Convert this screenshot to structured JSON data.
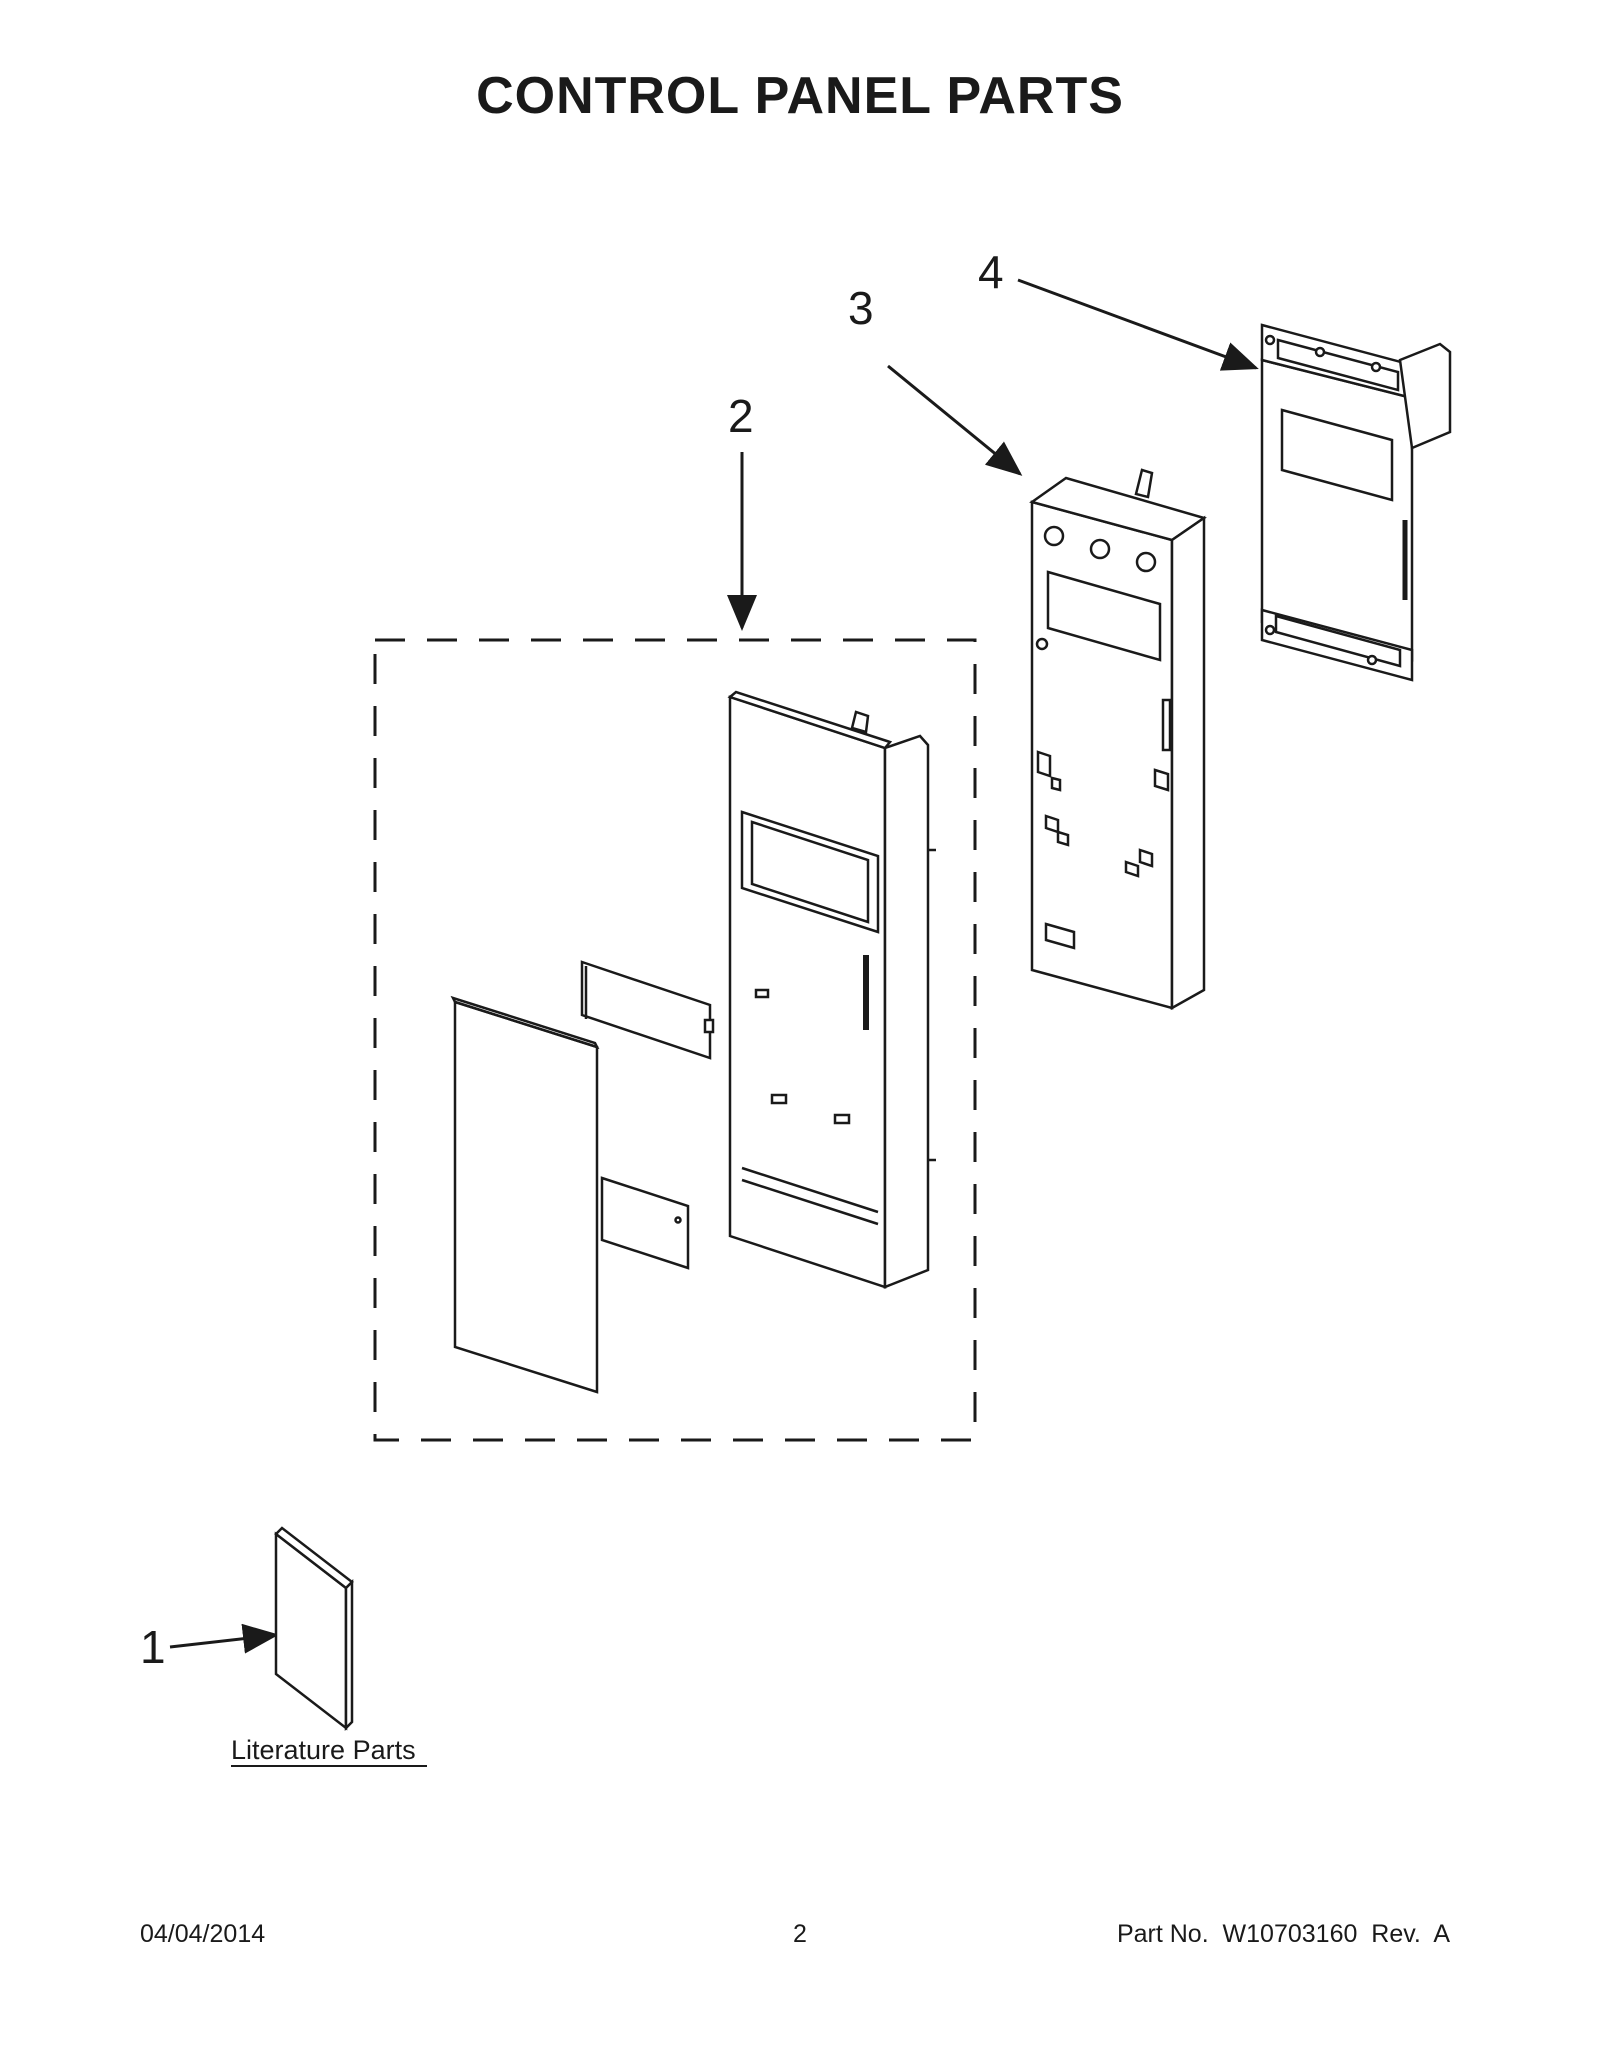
{
  "title": "CONTROL PANEL PARTS",
  "callouts": {
    "c1": "1",
    "c2": "2",
    "c3": "3",
    "c4": "4"
  },
  "literature_label": "Literature Parts",
  "footer": {
    "date": "04/04/2014",
    "page": "2",
    "part": "Part No.  W10703160  Rev.  A"
  },
  "colors": {
    "ink": "#1a1a1a",
    "background": "#ffffff"
  }
}
